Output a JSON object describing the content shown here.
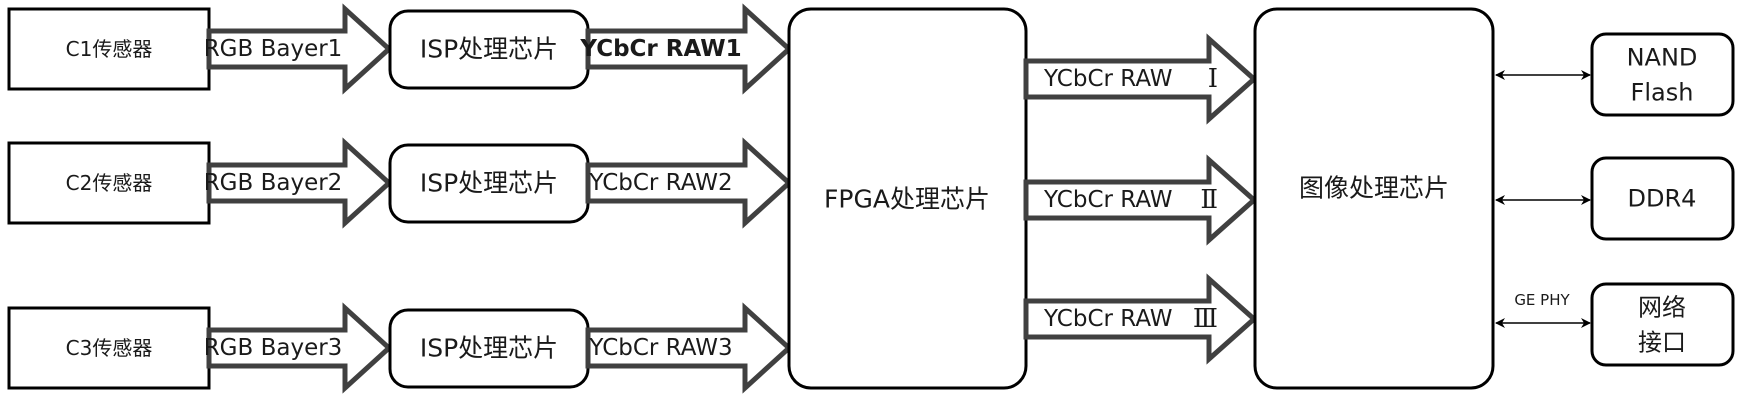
{
  "sensors": [
    {
      "label": "C1传感器"
    },
    {
      "label": "C2传感器"
    },
    {
      "label": "C3传感器"
    }
  ],
  "sensor_links": [
    {
      "label": "RGB Bayer1"
    },
    {
      "label": "RGB Bayer2"
    },
    {
      "label": "RGB Bayer3"
    }
  ],
  "isp_chips": [
    {
      "label": "ISP处理芯片"
    },
    {
      "label": "ISP处理芯片"
    },
    {
      "label": "ISP处理芯片"
    }
  ],
  "isp_links": [
    {
      "label": "YCbCr RAW1",
      "bold": true
    },
    {
      "label": "YCbCr RAW2",
      "bold": false
    },
    {
      "label": "YCbCr RAW3",
      "bold": false
    }
  ],
  "fpga": {
    "label": "FPGA处理芯片"
  },
  "fpga_links": [
    {
      "label": "YCbCr RAW",
      "numeral": "Ⅰ"
    },
    {
      "label": "YCbCr RAW",
      "numeral": "Ⅱ"
    },
    {
      "label": "YCbCr RAW",
      "numeral": "Ⅲ"
    }
  ],
  "image_processor": {
    "label": "图像处理芯片"
  },
  "peripherals": [
    {
      "lines": [
        "NAND",
        "Flash"
      ],
      "link_label": ""
    },
    {
      "lines": [
        "DDR4"
      ],
      "link_label": ""
    },
    {
      "lines": [
        "网络",
        "接口"
      ],
      "link_label": "GE PHY"
    }
  ],
  "colors": {
    "box_stroke": "#000000",
    "arrow_stroke": "#404040",
    "text": "#1a1a1a"
  }
}
